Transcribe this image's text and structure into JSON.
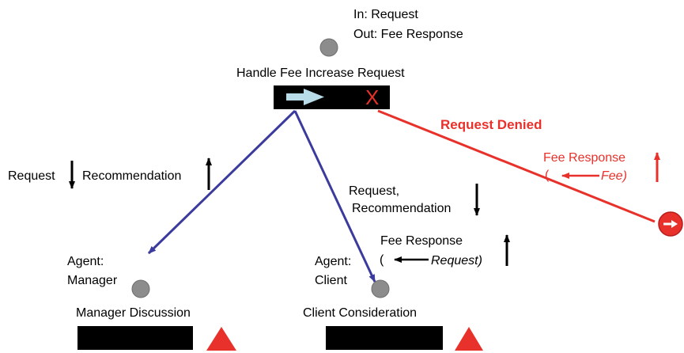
{
  "top": {
    "in_label": "In:  Request",
    "out_label": "Out: Fee Response",
    "task_label": "Handle Fee Increase Request",
    "cancel_mark": "X"
  },
  "denied": {
    "label": "Request Denied",
    "fee_response": "Fee Response",
    "open_paren": "(",
    "fee_italic": "Fee)"
  },
  "left_flow": {
    "request": "Request",
    "recommendation": "Recommendation"
  },
  "mid_flow": {
    "line1": "Request,",
    "line2": "Recommendation",
    "fee_response": "Fee Response",
    "open_paren": "(",
    "request_italic": "Request)"
  },
  "manager": {
    "agent_line1": "Agent:",
    "agent_line2": "Manager",
    "task_label": "Manager Discussion"
  },
  "client": {
    "agent_line1": "Agent:",
    "agent_line2": "Client",
    "task_label": "Client Consideration"
  },
  "colors": {
    "blue_edge": "#3b3b9e",
    "red_edge": "#e8312b",
    "node_gray": "#8c8c8c",
    "arrow_fill": "#b8dce8"
  }
}
